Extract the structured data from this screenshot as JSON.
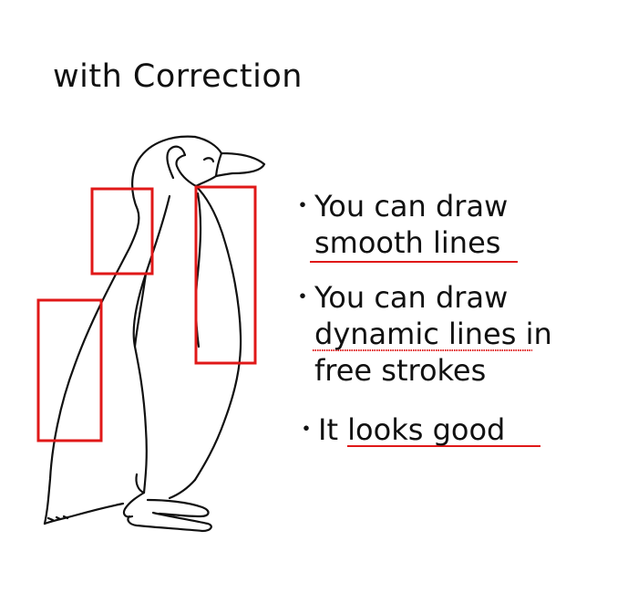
{
  "title": "with Correction",
  "bullets": [
    {
      "marker": "・",
      "lines": [
        "You can draw",
        "smooth lines"
      ]
    },
    {
      "marker": "・",
      "lines": [
        "You can draw",
        "dynamic lines in",
        "free strokes"
      ]
    },
    {
      "marker": "・",
      "lines": [
        "It looks good"
      ]
    }
  ],
  "colors": {
    "highlight_box": "#e01818",
    "underline": "#e01818",
    "ink": "#111111"
  }
}
